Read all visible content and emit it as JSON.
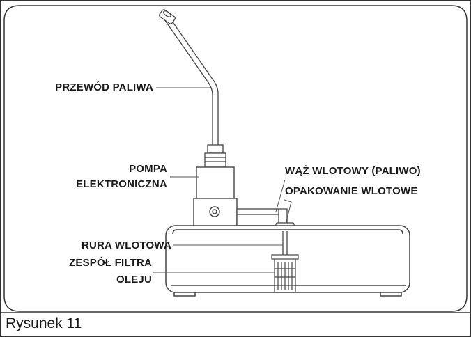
{
  "labels": {
    "fuel_line": "PRZEWÓD PALIWA",
    "pump_line1": "POMPA",
    "pump_line2": "ELEKTRONICZNA",
    "inlet_hose": "WĄŻ WLOTOWY (PALIWO)",
    "inlet_pack": "OPAKOWANIE WLOTOWE",
    "inlet_tube": "RURA WLOTOWA",
    "filter_line1": "ZESPÓŁ FILTRA",
    "filter_line2": "OLEJU"
  },
  "caption": "Rysunek 11",
  "colors": {
    "stroke": "#333333",
    "text": "#1a1a1a",
    "background": "#ffffff"
  }
}
